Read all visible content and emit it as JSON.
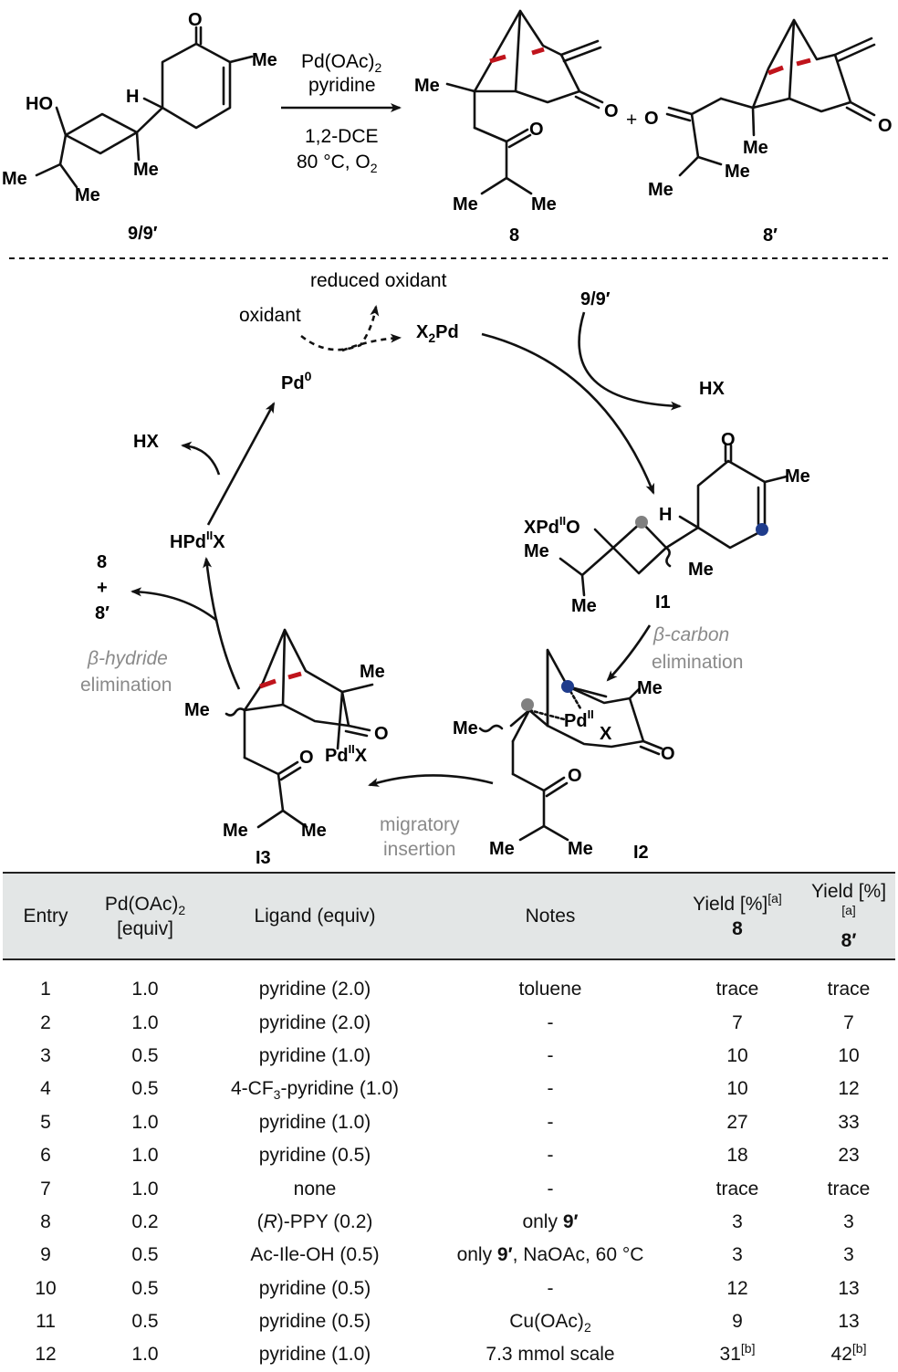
{
  "scheme": {
    "reagents": [
      "Pd(OAc)",
      "2",
      "pyridine",
      "1,2-DCE",
      "80 °C, O",
      "2"
    ],
    "labels": {
      "start": "9/9′",
      "p8": "8",
      "p8p": "8′",
      "i1": "I1",
      "i2": "I2",
      "i3": "I3",
      "plus": "+"
    },
    "atoms": {
      "HO": "HO",
      "H": "H",
      "Me": "Me",
      "O": "O"
    },
    "cycle": {
      "reduced_oxidant": "reduced oxidant",
      "oxidant": "oxidant",
      "x2pd_main": "X",
      "x2pd_sub": "2",
      "x2pd_end": "Pd",
      "pd0_main": "Pd",
      "pd0_sup": "0",
      "substrate": "9/9′",
      "hx1": "HX",
      "hx2": "HX",
      "hpdx_a": "HPd",
      "hpdx_sup": "II",
      "hpdx_b": "X",
      "products_a": "8",
      "products_plus": "+",
      "products_b": "8′",
      "xpdo_a": "XPd",
      "xpdo_sup": "II",
      "xpdo_b": "O",
      "pd2_a": "Pd",
      "pd2_sup": "II",
      "pd2_x": "X",
      "pd3_a": "Pd",
      "pd3_sup": "II",
      "pd3_b": "X",
      "step_bce_1": "β-carbon",
      "step_bce_2": "elimination",
      "step_mi_1": "migratory",
      "step_mi_2": "insertion",
      "step_bhe_1": "β-hydride",
      "step_bhe_2": "elimination"
    }
  },
  "table": {
    "headers": {
      "entry": "Entry",
      "pd_a": "Pd(OAc)",
      "pd_sub": "2",
      "pd_b": "[equiv]",
      "ligand": "Ligand (equiv)",
      "notes": "Notes",
      "yield": "Yield [%]",
      "yield_sup": "[a]",
      "y8": "8",
      "y8p": "8′"
    },
    "rows": [
      {
        "entry": "1",
        "pd": "1.0",
        "ligand": "pyridine (2.0)",
        "notes": "toluene",
        "y8": "trace",
        "y8p": "trace"
      },
      {
        "entry": "2",
        "pd": "1.0",
        "ligand": "pyridine (2.0)",
        "notes": "-",
        "y8": "7",
        "y8p": "7"
      },
      {
        "entry": "3",
        "pd": "0.5",
        "ligand": "pyridine (1.0)",
        "notes": "-",
        "y8": "10",
        "y8p": "10"
      },
      {
        "entry": "4",
        "pd": "0.5",
        "ligand_a": "4-CF",
        "ligand_sub": "3",
        "ligand_b": "-pyridine (1.0)",
        "notes": "-",
        "y8": "10",
        "y8p": "12"
      },
      {
        "entry": "5",
        "pd": "1.0",
        "ligand": "pyridine (1.0)",
        "notes": "-",
        "y8": "27",
        "y8p": "33"
      },
      {
        "entry": "6",
        "pd": "1.0",
        "ligand": "pyridine (0.5)",
        "notes": "-",
        "y8": "18",
        "y8p": "23"
      },
      {
        "entry": "7",
        "pd": "1.0",
        "ligand": "none",
        "notes": "-",
        "y8": "trace",
        "y8p": "trace"
      },
      {
        "entry": "8",
        "pd": "0.2",
        "ligand_a": "(",
        "ligand_i": "R",
        "ligand_b": ")-PPY (0.2)",
        "notes_a": "only ",
        "notes_bold": "9′",
        "notes_b": "",
        "y8": "3",
        "y8p": "3"
      },
      {
        "entry": "9",
        "pd": "0.5",
        "ligand": "Ac-Ile-OH (0.5)",
        "notes_a": "only ",
        "notes_bold": "9′",
        "notes_b": ", NaOAc, 60 °C",
        "y8": "3",
        "y8p": "3"
      },
      {
        "entry": "10",
        "pd": "0.5",
        "ligand": "pyridine (0.5)",
        "notes": "-",
        "y8": "12",
        "y8p": "13"
      },
      {
        "entry": "11",
        "pd": "0.5",
        "ligand": "pyridine (0.5)",
        "notes_a": "Cu(OAc)",
        "notes_sub": "2",
        "y8": "9",
        "y8p": "13"
      },
      {
        "entry": "12",
        "pd": "1.0",
        "ligand": "pyridine (1.0)",
        "notes": "7.3 mmol scale",
        "y8": "31",
        "y8_sup": "[b]",
        "y8p": "42",
        "y8p_sup": "[b]"
      }
    ]
  }
}
